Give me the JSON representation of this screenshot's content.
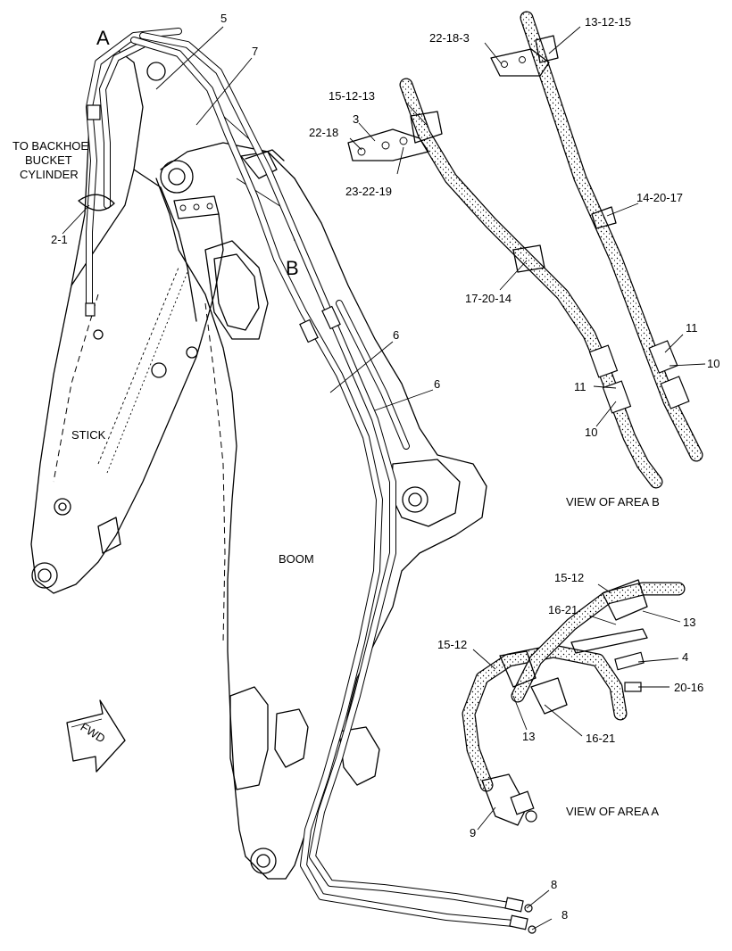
{
  "callouts": {
    "c5": "5",
    "c7": "7",
    "c2_1": "2-1",
    "c6a": "6",
    "c6b": "6",
    "c8a": "8",
    "c8b": "8",
    "b_22_18_3": "22-18-3",
    "b_13_12_15": "13-12-15",
    "b_15_12_13": "15-12-13",
    "b_3": "3",
    "b_22_18": "22-18",
    "b_23_22_19": "23-22-19",
    "b_14_20_17": "14-20-17",
    "b_17_20_14": "17-20-14",
    "b_11a": "11",
    "b_10a": "10",
    "b_11b": "11",
    "b_10b": "10",
    "a_15_12_top": "15-12",
    "a_16_21_top": "16-21",
    "a_13_top": "13",
    "a_4": "4",
    "a_15_12_left": "15-12",
    "a_20_16": "20-16",
    "a_13_bottom": "13",
    "a_16_21_bottom": "16-21",
    "a_9": "9"
  },
  "area_markers": {
    "area_a": "A",
    "area_b": "B"
  },
  "notes": {
    "to_backhoe_1": "TO BACKHOE",
    "to_backhoe_2": "BUCKET",
    "to_backhoe_3": "CYLINDER",
    "stick": "STICK",
    "boom": "BOOM",
    "fwd": "FWD",
    "view_area_b": "VIEW OF AREA B",
    "view_area_a": "VIEW OF AREA A"
  }
}
